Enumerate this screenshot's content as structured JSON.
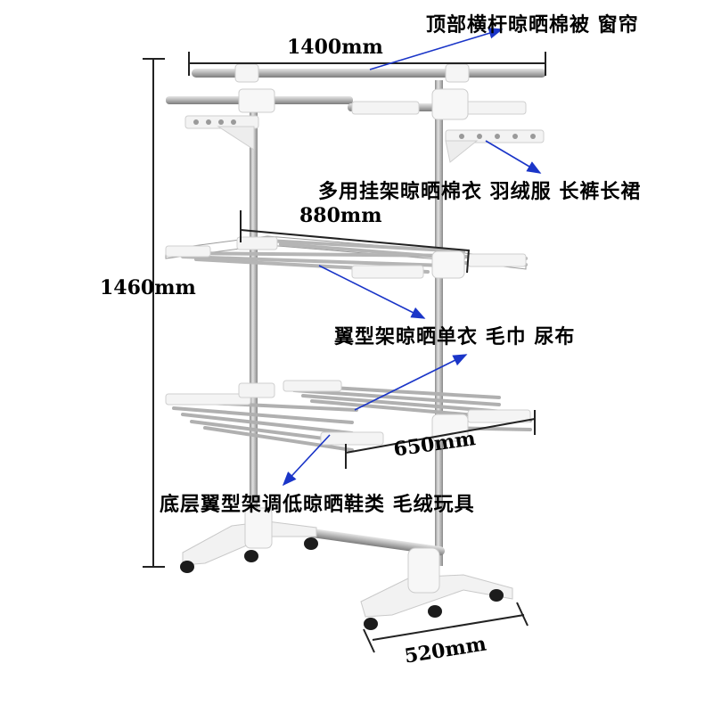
{
  "annotations": {
    "top_bar": "顶部横杆晾晒棉被 窗帘",
    "multi_hanger": "多用挂架晾晒棉衣 羽绒服 长裤长裙",
    "wing_rack": "翼型架晾晒单衣 毛巾 尿布",
    "bottom_wing": "底层翼型架调低晾晒鞋类 毛绒玩具"
  },
  "dimensions": {
    "width_top": "1400mm",
    "height": "1460mm",
    "wing_width": "880mm",
    "shelf_depth": "650mm",
    "base_depth": "520mm"
  },
  "colors": {
    "steel": "#a9a9a9",
    "steel_dark": "#6d6d6d",
    "plastic": "#f4f4f4",
    "wheel": "#1c1c1c",
    "arrow": "#1a35c8",
    "dim_line": "#222222"
  }
}
